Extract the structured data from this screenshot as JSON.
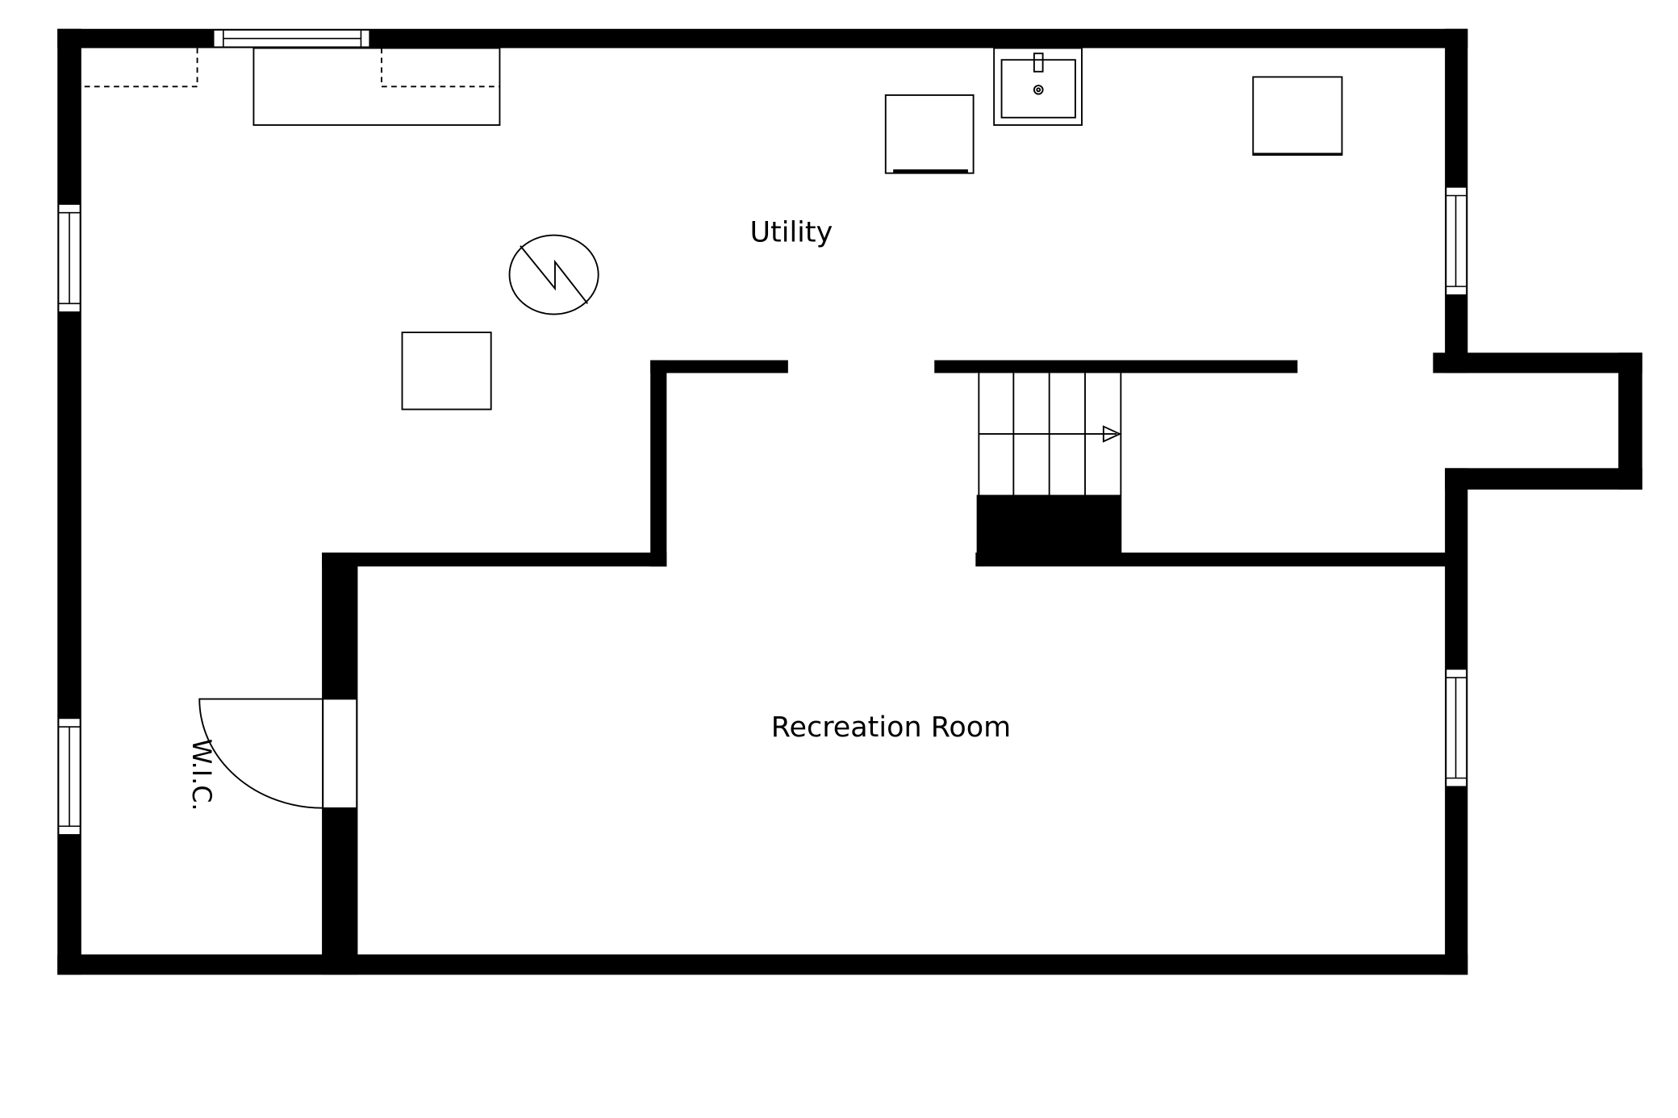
{
  "floorplan": {
    "rooms": [
      {
        "label": "Utility"
      },
      {
        "label": "Recreation Room"
      },
      {
        "label": "W.I.C."
      }
    ],
    "colors": {
      "wall": "#000000",
      "background": "#ffffff"
    }
  }
}
